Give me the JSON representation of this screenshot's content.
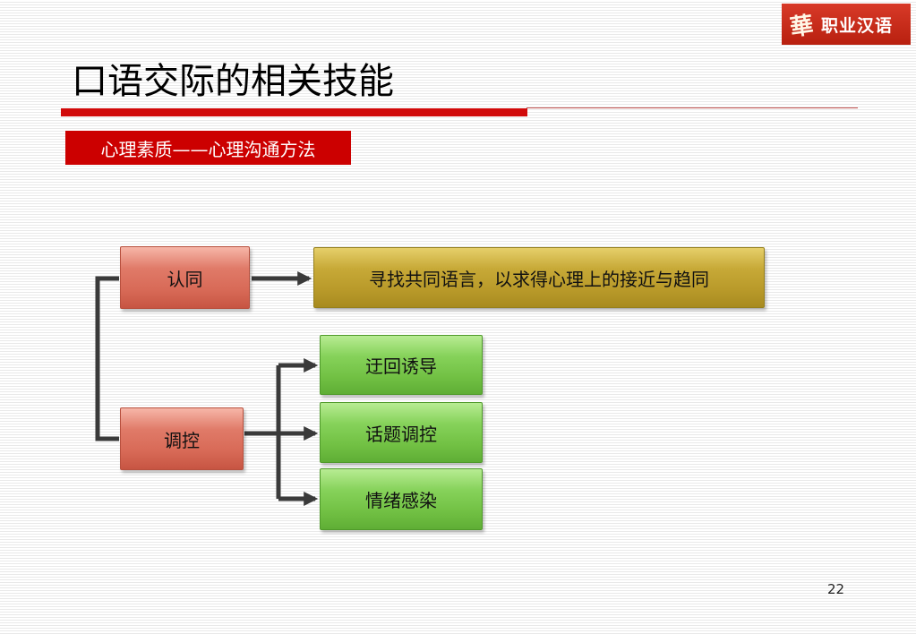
{
  "logo": {
    "glyph": "華",
    "text": "职业汉语",
    "color": "#c62a17"
  },
  "title": "口语交际的相关技能",
  "subtitle": "心理素质——心理沟通方法",
  "diagram": {
    "nodes": {
      "recognition": "认同",
      "recognition_detail": "寻找共同语言，以求得心理上的接近与趋同",
      "regulation": "调控",
      "regulation_methods": [
        "迂回诱导",
        "话题调控",
        "情绪感染"
      ]
    },
    "colors": {
      "accent_red": "#cc0000",
      "node_red": "#d86a57",
      "node_gold": "#b99a2a",
      "node_green": "#72c144",
      "connector": "#3a3a3a"
    }
  },
  "page_number": "22"
}
